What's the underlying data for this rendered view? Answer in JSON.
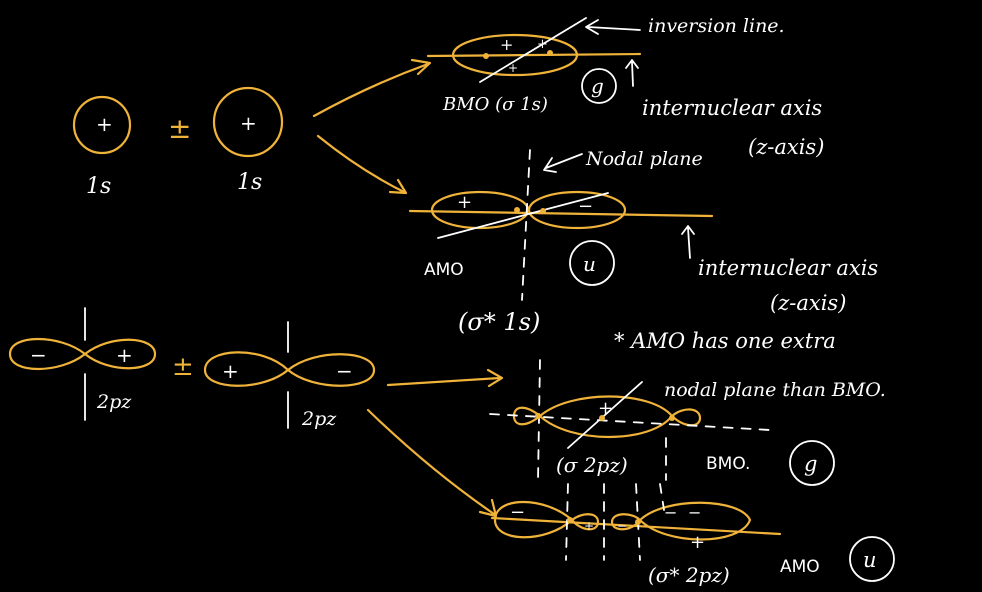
{
  "labels": {
    "inversion_line": "inversion line.",
    "bmo_sigma_1s": "BMO (σ 1s)",
    "g_label_1": "g",
    "internuclear_axis_1": "internuclear axis",
    "z_axis_1": "(z-axis)",
    "nodal_plane": "Nodal plane",
    "amo": "AMO",
    "u_label_1": "u",
    "sigma_star_1s": "(σ* 1s)",
    "internuclear_axis_2": "internuclear axis",
    "z_axis_2": "(z-axis)",
    "orbital_1s_left": "1s",
    "orbital_1s_right": "1s",
    "plus_minus_1": "±",
    "plus_minus_2": "±",
    "orbital_2pz_left": "2pz",
    "orbital_2pz_right": "2pz",
    "note_line1": "* AMO has one extra",
    "note_line2": "nodal plane than BMO.",
    "bmo_sigma_2pz": "(σ 2pz)",
    "bmo_label": "BMO.",
    "g_label_2": "g",
    "sigma_star_2pz": "(σ* 2pz)",
    "amo_label_2": "AMO",
    "u_label_2": "u"
  },
  "signs": {
    "plus": "+",
    "minus": "−"
  },
  "colors": {
    "background": "#000000",
    "orbital_ink": "#f0b33a",
    "annotation_ink": "#ffffff"
  }
}
